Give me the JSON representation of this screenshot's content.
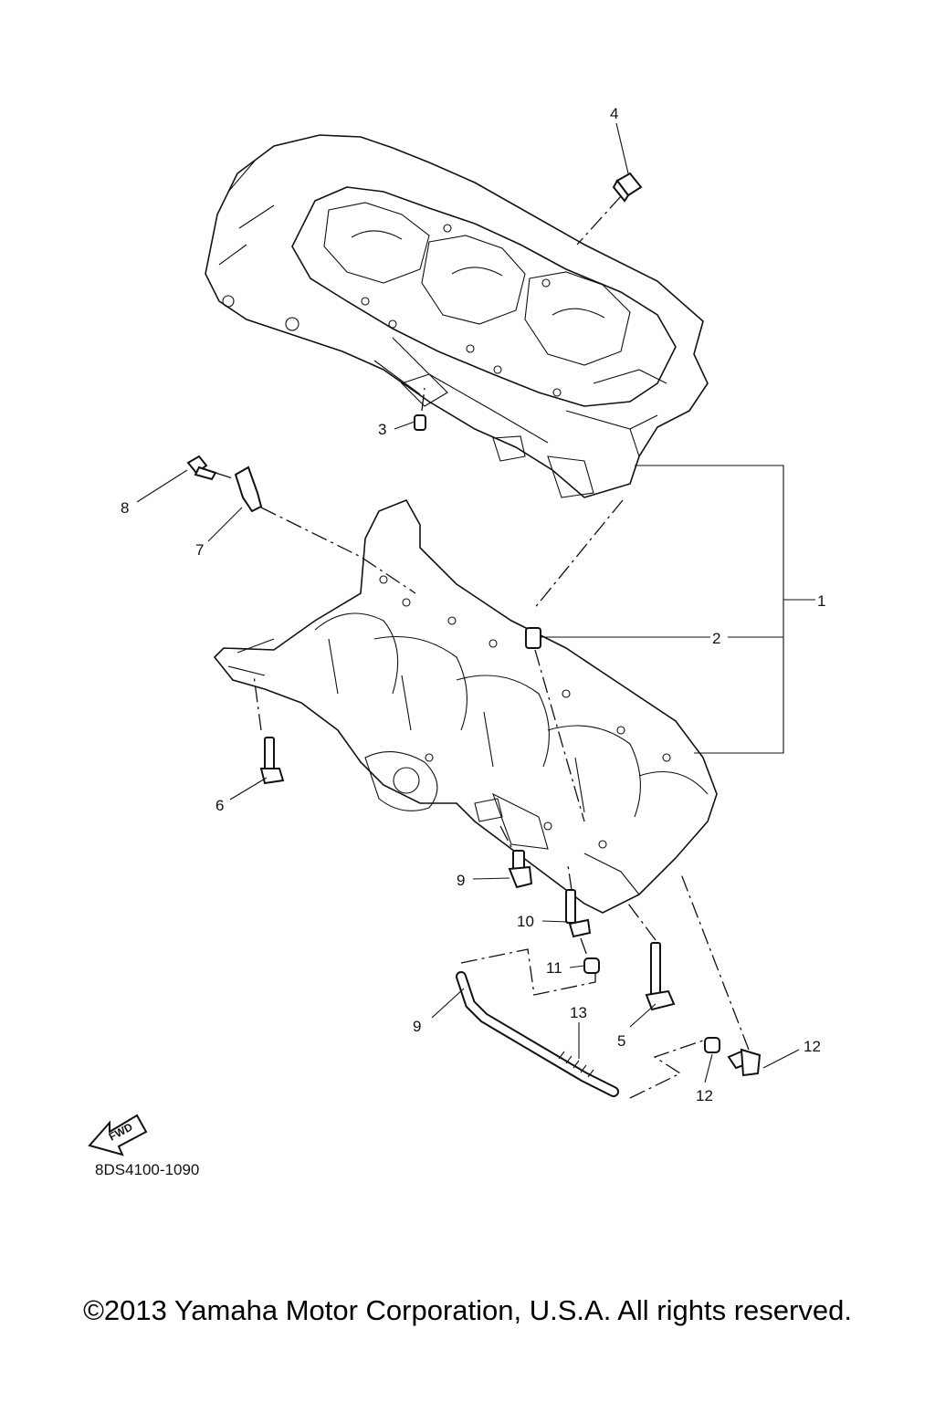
{
  "callouts": [
    {
      "id": "1",
      "label": "1"
    },
    {
      "id": "2",
      "label": "2"
    },
    {
      "id": "3",
      "label": "3"
    },
    {
      "id": "4",
      "label": "4"
    },
    {
      "id": "5",
      "label": "5"
    },
    {
      "id": "6",
      "label": "6"
    },
    {
      "id": "7",
      "label": "7"
    },
    {
      "id": "8",
      "label": "8"
    },
    {
      "id": "9a",
      "label": "9"
    },
    {
      "id": "9b",
      "label": "9"
    },
    {
      "id": "10",
      "label": "10"
    },
    {
      "id": "11",
      "label": "11"
    },
    {
      "id": "12a",
      "label": "12"
    },
    {
      "id": "12b",
      "label": "12"
    },
    {
      "id": "13",
      "label": "13"
    }
  ],
  "fwd_label": "FWD",
  "diagram_ref": "8DS4100-1090",
  "copyright": "©2013 Yamaha Motor Corporation, U.S.A. All rights reserved."
}
